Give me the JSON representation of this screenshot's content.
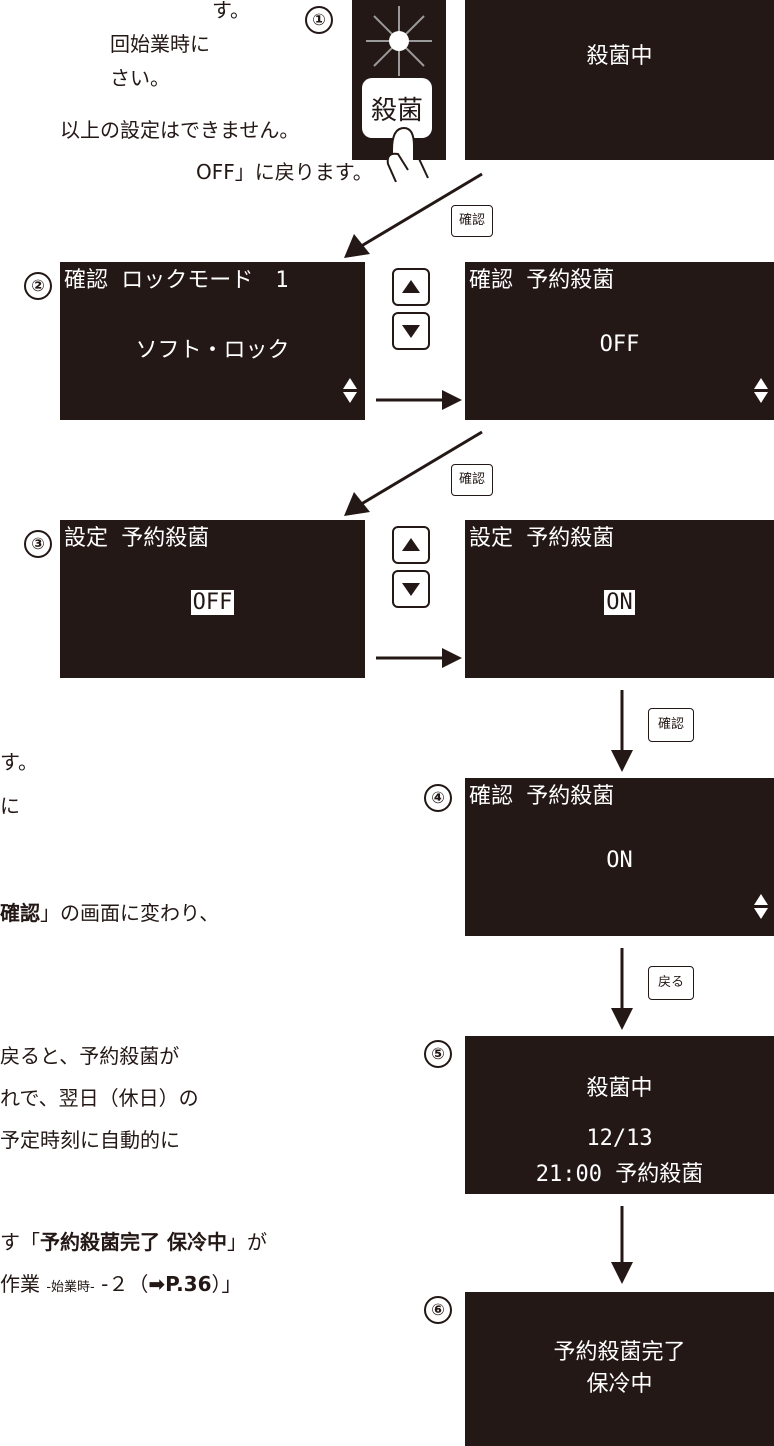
{
  "left_text": {
    "l1": "す。",
    "l2": "回始業時に",
    "l3": "さい。",
    "l4": "以上の設定はできません。",
    "l5": "OFF」に戻ります。",
    "l6": "す。",
    "l7": "に",
    "l8_pre": "確認",
    "l8_post": "」の画面に変わり、",
    "l9": "戻ると、予約殺菌が",
    "l10": "れで、翌日（休日）の",
    "l11": "予定時刻に自動的に",
    "l12_pre": "す「",
    "l12_bold": "予約殺菌完了 保冷中",
    "l12_post": "」が",
    "l13_pre": "作業",
    "l13_small": "-始業時-",
    "l13_mid": "-２（",
    "l13_bold": "➡P.36",
    "l13_post": "）」"
  },
  "steps": {
    "s1": "①",
    "s2": "②",
    "s3": "③",
    "s4": "④",
    "s5": "⑤",
    "s6": "⑥"
  },
  "step1": {
    "button_label": "殺菌",
    "screen_text": "殺菌中"
  },
  "keys": {
    "confirm": "確認",
    "back": "戻る",
    "up": "▲",
    "down": "▼"
  },
  "step2": {
    "left_title": "確認 ロックモード　1",
    "left_value": "ソフト・ロック",
    "right_title": "確認 予約殺菌",
    "right_value": "OFF"
  },
  "step3": {
    "left_title": "設定 予約殺菌",
    "left_value": "OFF",
    "right_title": "設定 予約殺菌",
    "right_value": "ON"
  },
  "step4": {
    "title": "確認 予約殺菌",
    "value": "ON"
  },
  "step5": {
    "line1": "殺菌中",
    "line2": "12/13",
    "line3": "21:00 予約殺菌"
  },
  "step6": {
    "line1": "予約殺菌完了",
    "line2": "保冷中"
  }
}
